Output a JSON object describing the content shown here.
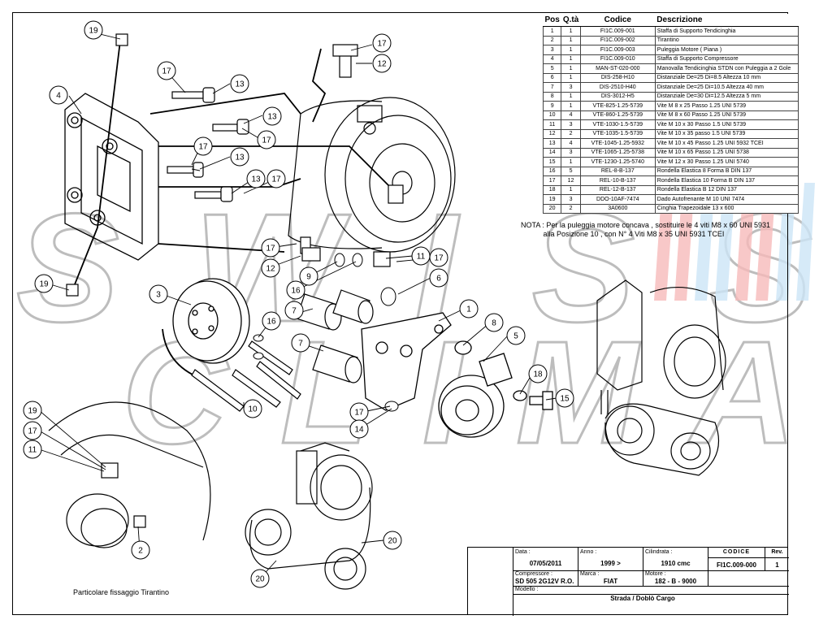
{
  "parts_table": {
    "headers": [
      "Pos",
      "Q.tà",
      "Codice",
      "Descrizione"
    ],
    "rows": [
      [
        "1",
        "1",
        "FI1C.009-001",
        "Staffa di Supporto Tendicinghia"
      ],
      [
        "2",
        "1",
        "FI1C.009-002",
        "Tirantino"
      ],
      [
        "3",
        "1",
        "FI1C.009-003",
        "Puleggia Motore  ( Piana )"
      ],
      [
        "4",
        "1",
        "FI1C.009-010",
        "Staffa di Supporto Compressore"
      ],
      [
        "5",
        "1",
        "MAN-ST-020-000",
        "Manovalla Tendicinghia STDN con Puleggia a 2 Gole"
      ],
      [
        "6",
        "1",
        "DIS-258-H10",
        "Distanziale De=25 Di=8.5 Altezza 10 mm"
      ],
      [
        "7",
        "3",
        "DIS-2510-H40",
        "Distanziale De=25 Di=10.5 Altezza 40 mm"
      ],
      [
        "8",
        "1",
        "DIS-3012-H5",
        "Distanziale De=30 Di=12.5 Altezza 5 mm"
      ],
      [
        "9",
        "1",
        "VTE-825-1.25-5739",
        "Vite M 8 x 25 Passo 1.25 UNI 5739"
      ],
      [
        "10",
        "4",
        "VTE-860-1.25-5739",
        "Vite M 8 x 60 Passo 1.25 UNI 5739"
      ],
      [
        "11",
        "3",
        "VTE-1030-1.5-5739",
        "Vite M 10 x 30 Passo 1.5 UNI 5739"
      ],
      [
        "12",
        "2",
        "VTE-1035-1.5-5739",
        "Vite M 10 x 35 passo 1.5 UNI 5739"
      ],
      [
        "13",
        "4",
        "VTE-1045-1.25-5932",
        "Vite  M 10 x 45 Passo 1.25 UNI 5932 TCEI"
      ],
      [
        "14",
        "3",
        "VTE-1065-1.25-5738",
        "Vite M 10 x 65 Passo 1.25 UNI 5738"
      ],
      [
        "15",
        "1",
        "VTE-1230-1.25-5740",
        "Vite M 12 x 30 Passo 1.25 UNI 5740"
      ],
      [
        "16",
        "5",
        "REL-8-B-137",
        "Rondella Elastica 8 Forma B DIN 137"
      ],
      [
        "17",
        "12",
        "REL-10-B-137",
        "Rondella Elastica 10 Forma B DIN 137"
      ],
      [
        "18",
        "1",
        "REL-12-B-137",
        "Rondella Elastica B 12 DIN 137"
      ],
      [
        "19",
        "3",
        "DDO-10AF-7474",
        "Dado Autofrenante M 10 UNI 7474"
      ],
      [
        "20",
        "2",
        "3A0600",
        "Cinghia Trapezoidale 13 x 600"
      ]
    ]
  },
  "note": {
    "line1": "NOTA : Per la puleggia motore concava , sostituire le 4 viti M8 x 60 UNI 5931",
    "line2": "           alla Posizione 10 , con N° 4 Viti M8 x 35 UNI 5931 TCEI"
  },
  "title_block": {
    "data_label": "Data :",
    "data_value": "07/05/2011",
    "anno_label": "Anno :",
    "anno_value": "1999 >",
    "cilindrata_label": "Cilindrata :",
    "cilindrata_value": "1910 cmc",
    "codice_label": "CODICE",
    "codice_value": "FI1C.009-000",
    "rev_label": "Rev.",
    "rev_value": "1",
    "compressore_label": "Compressore :",
    "compressore_value": "SD 505 2G12V R.O.",
    "marca_label": "Marca :",
    "marca_value": "FIAT",
    "motore_label": "Motore :",
    "motore_value": "182 - B - 9000",
    "modello_label": "Modello :",
    "modello_value": "Strada / Doblò Cargo"
  },
  "detail_caption": "Particolare fissaggio Tirantino",
  "watermark_text": "SWISS CLIMA",
  "callouts": [
    "19",
    "17",
    "12",
    "4",
    "17",
    "13",
    "13",
    "17",
    "17",
    "13",
    "13",
    "17",
    "17",
    "12",
    "11",
    "17",
    "9",
    "6",
    "16",
    "19",
    "3",
    "7",
    "1",
    "16",
    "8",
    "7",
    "5",
    "18",
    "15",
    "10",
    "17",
    "14",
    "19",
    "17",
    "11",
    "2",
    "20",
    "20"
  ]
}
